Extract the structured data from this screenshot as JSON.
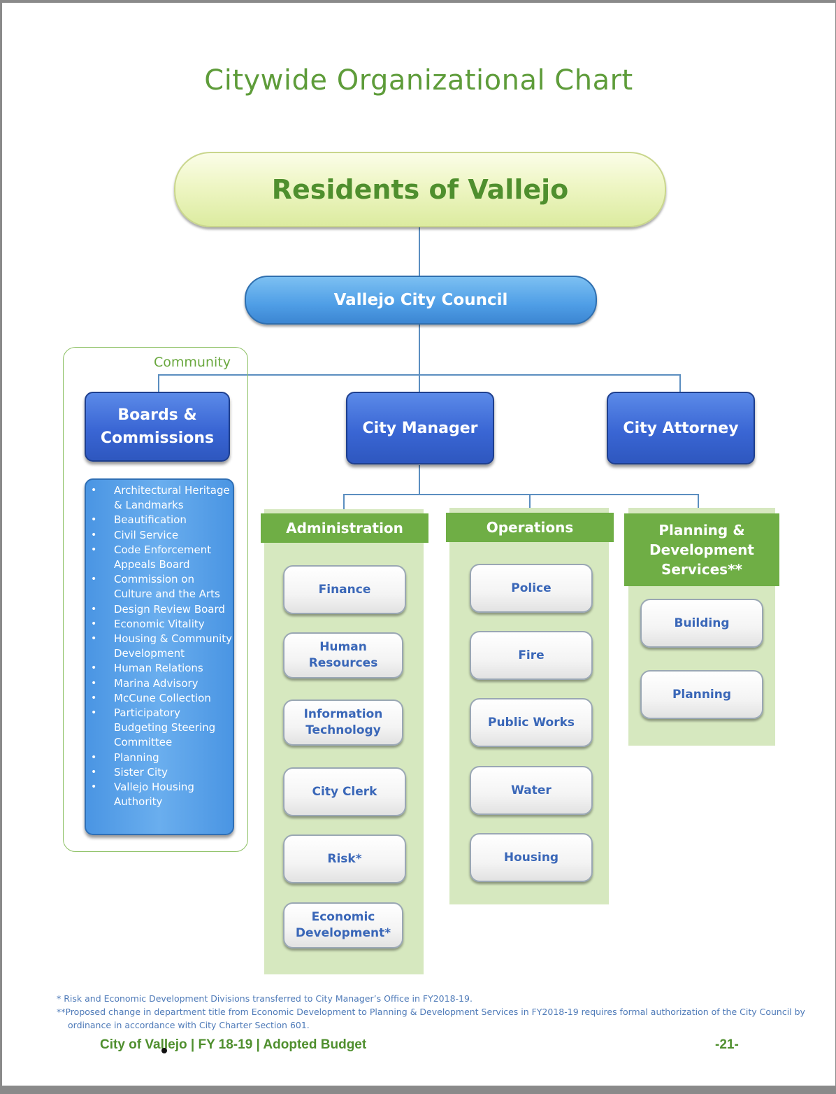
{
  "title": "Citywide Organizational Chart",
  "top": {
    "residents": "Residents of Vallejo",
    "council": "Vallejo City Council"
  },
  "community_label": "Community",
  "level2": {
    "boards": "Boards & Commissions",
    "city_manager": "City Manager",
    "city_attorney": "City Attorney"
  },
  "boards_list": [
    "Architectural Heritage & Landmarks",
    "Beautification",
    "Civil Service",
    "Code Enforcement Appeals Board",
    "Commission on Culture and the Arts",
    "Design Review Board",
    "Economic Vitality",
    "Housing & Community Development",
    "Human Relations",
    "Marina Advisory",
    "McCune Collection",
    "Participatory Budgeting Steering Committee",
    "Planning",
    "Sister City",
    "Vallejo Housing Authority"
  ],
  "departments": {
    "administration": {
      "header": "Administration",
      "items": [
        "Finance",
        "Human Resources",
        "Information Technology",
        "City Clerk",
        "Risk*",
        "Economic Development*"
      ]
    },
    "operations": {
      "header": "Operations",
      "items": [
        "Police",
        "Fire",
        "Public Works",
        "Water",
        "Housing"
      ]
    },
    "planning": {
      "header": "Planning & Development Services**",
      "items": [
        "Building",
        "Planning"
      ]
    }
  },
  "footnotes": {
    "note1": "*  Risk and Economic Development Divisions transferred to City Manager’s Office in FY2018-19.",
    "note2": "**Proposed change in department title from Economic Development to Planning & Development Services in FY2018-19 requires formal authorization of the City Council by ordinance in accordance with City Charter Section 601."
  },
  "footer": {
    "left": "City of Vallejo | FY 18-19 | Adopted Budget",
    "right": "-21-"
  }
}
